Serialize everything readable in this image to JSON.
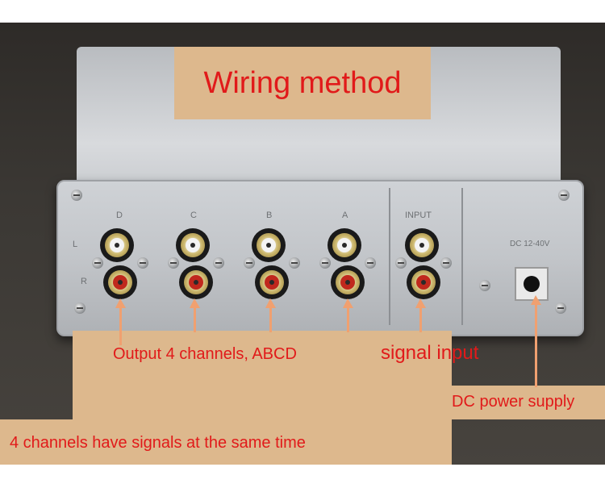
{
  "title": "Wiring method",
  "panel": {
    "channels": [
      "D",
      "C",
      "B",
      "A"
    ],
    "input_label": "INPUT",
    "left_label": "L",
    "right_label": "R",
    "dc_label": "DC 12-40V"
  },
  "annotations": {
    "output": "Output 4 channels, ABCD",
    "signal_input": "signal input",
    "dc_power": "DC power supply",
    "bottom": "4 channels have signals at the same time"
  },
  "colors": {
    "annotation_text": "#e11a1a",
    "label_background": "#ddb88d",
    "arrow": "#f0a070"
  }
}
